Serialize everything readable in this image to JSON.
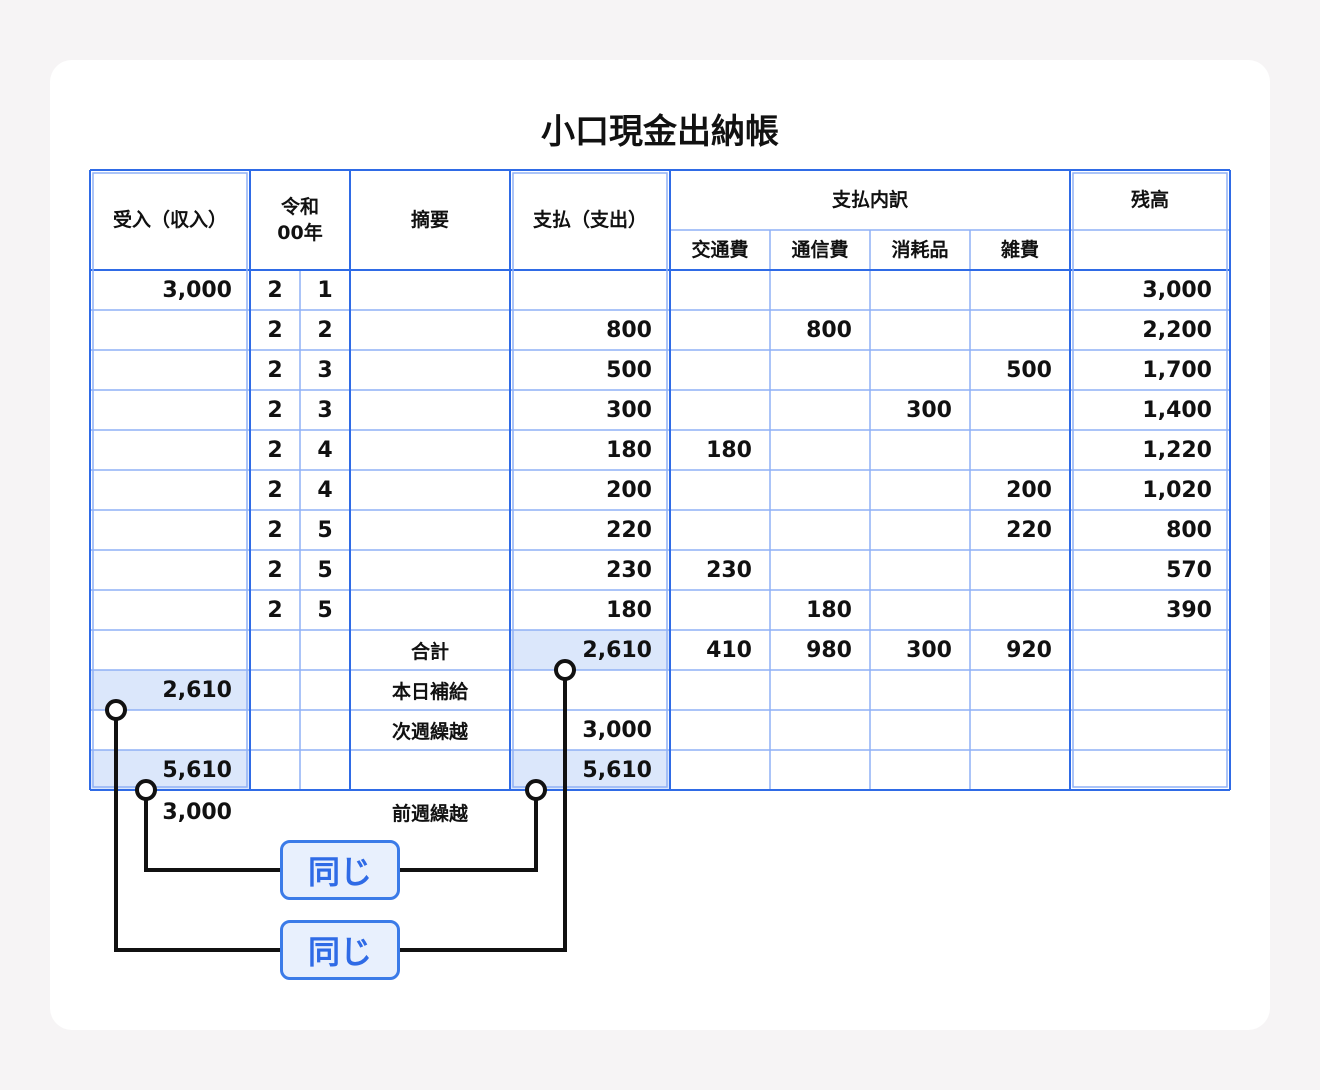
{
  "title": "小口現金出納帳",
  "headers": {
    "receipt": "受入（収入）",
    "era_line1": "令和",
    "era_line2": "00年",
    "summary": "摘要",
    "payment": "支払（支出）",
    "breakdown": "支払内訳",
    "transport": "交通費",
    "communication": "通信費",
    "supplies": "消耗品",
    "misc": "雑費",
    "balance": "残高"
  },
  "rows": [
    [
      "3,000",
      "2",
      "1",
      "",
      "",
      "",
      "",
      "",
      "",
      "3,000"
    ],
    [
      "",
      "2",
      "2",
      "",
      "800",
      "",
      "800",
      "",
      "",
      "2,200"
    ],
    [
      "",
      "2",
      "3",
      "",
      "500",
      "",
      "",
      "",
      "500",
      "1,700"
    ],
    [
      "",
      "2",
      "3",
      "",
      "300",
      "",
      "",
      "300",
      "",
      "1,400"
    ],
    [
      "",
      "2",
      "4",
      "",
      "180",
      "180",
      "",
      "",
      "",
      "1,220"
    ],
    [
      "",
      "2",
      "4",
      "",
      "200",
      "",
      "",
      "",
      "200",
      "1,020"
    ],
    [
      "",
      "2",
      "5",
      "",
      "220",
      "",
      "",
      "",
      "220",
      "800"
    ],
    [
      "",
      "2",
      "5",
      "",
      "230",
      "230",
      "",
      "",
      "",
      "570"
    ],
    [
      "",
      "2",
      "5",
      "",
      "180",
      "",
      "180",
      "",
      "",
      "390"
    ],
    [
      "",
      "",
      "",
      "合計",
      "2,610",
      "410",
      "980",
      "300",
      "920",
      ""
    ],
    [
      "2,610",
      "",
      "",
      "本日補給",
      "",
      "",
      "",
      "",
      "",
      ""
    ],
    [
      "",
      "",
      "",
      "次週繰越",
      "3,000",
      "",
      "",
      "",
      "",
      ""
    ],
    [
      "5,610",
      "",
      "",
      "",
      "5,610",
      "",
      "",
      "",
      "",
      ""
    ]
  ],
  "below": {
    "receipt": "3,000",
    "summary": "前週繰越"
  },
  "badges": [
    "同じ",
    "同じ"
  ],
  "colors": {
    "border": "#2f6be6",
    "grid": "#8fb0f5",
    "highlight": "#dbe7fb"
  }
}
